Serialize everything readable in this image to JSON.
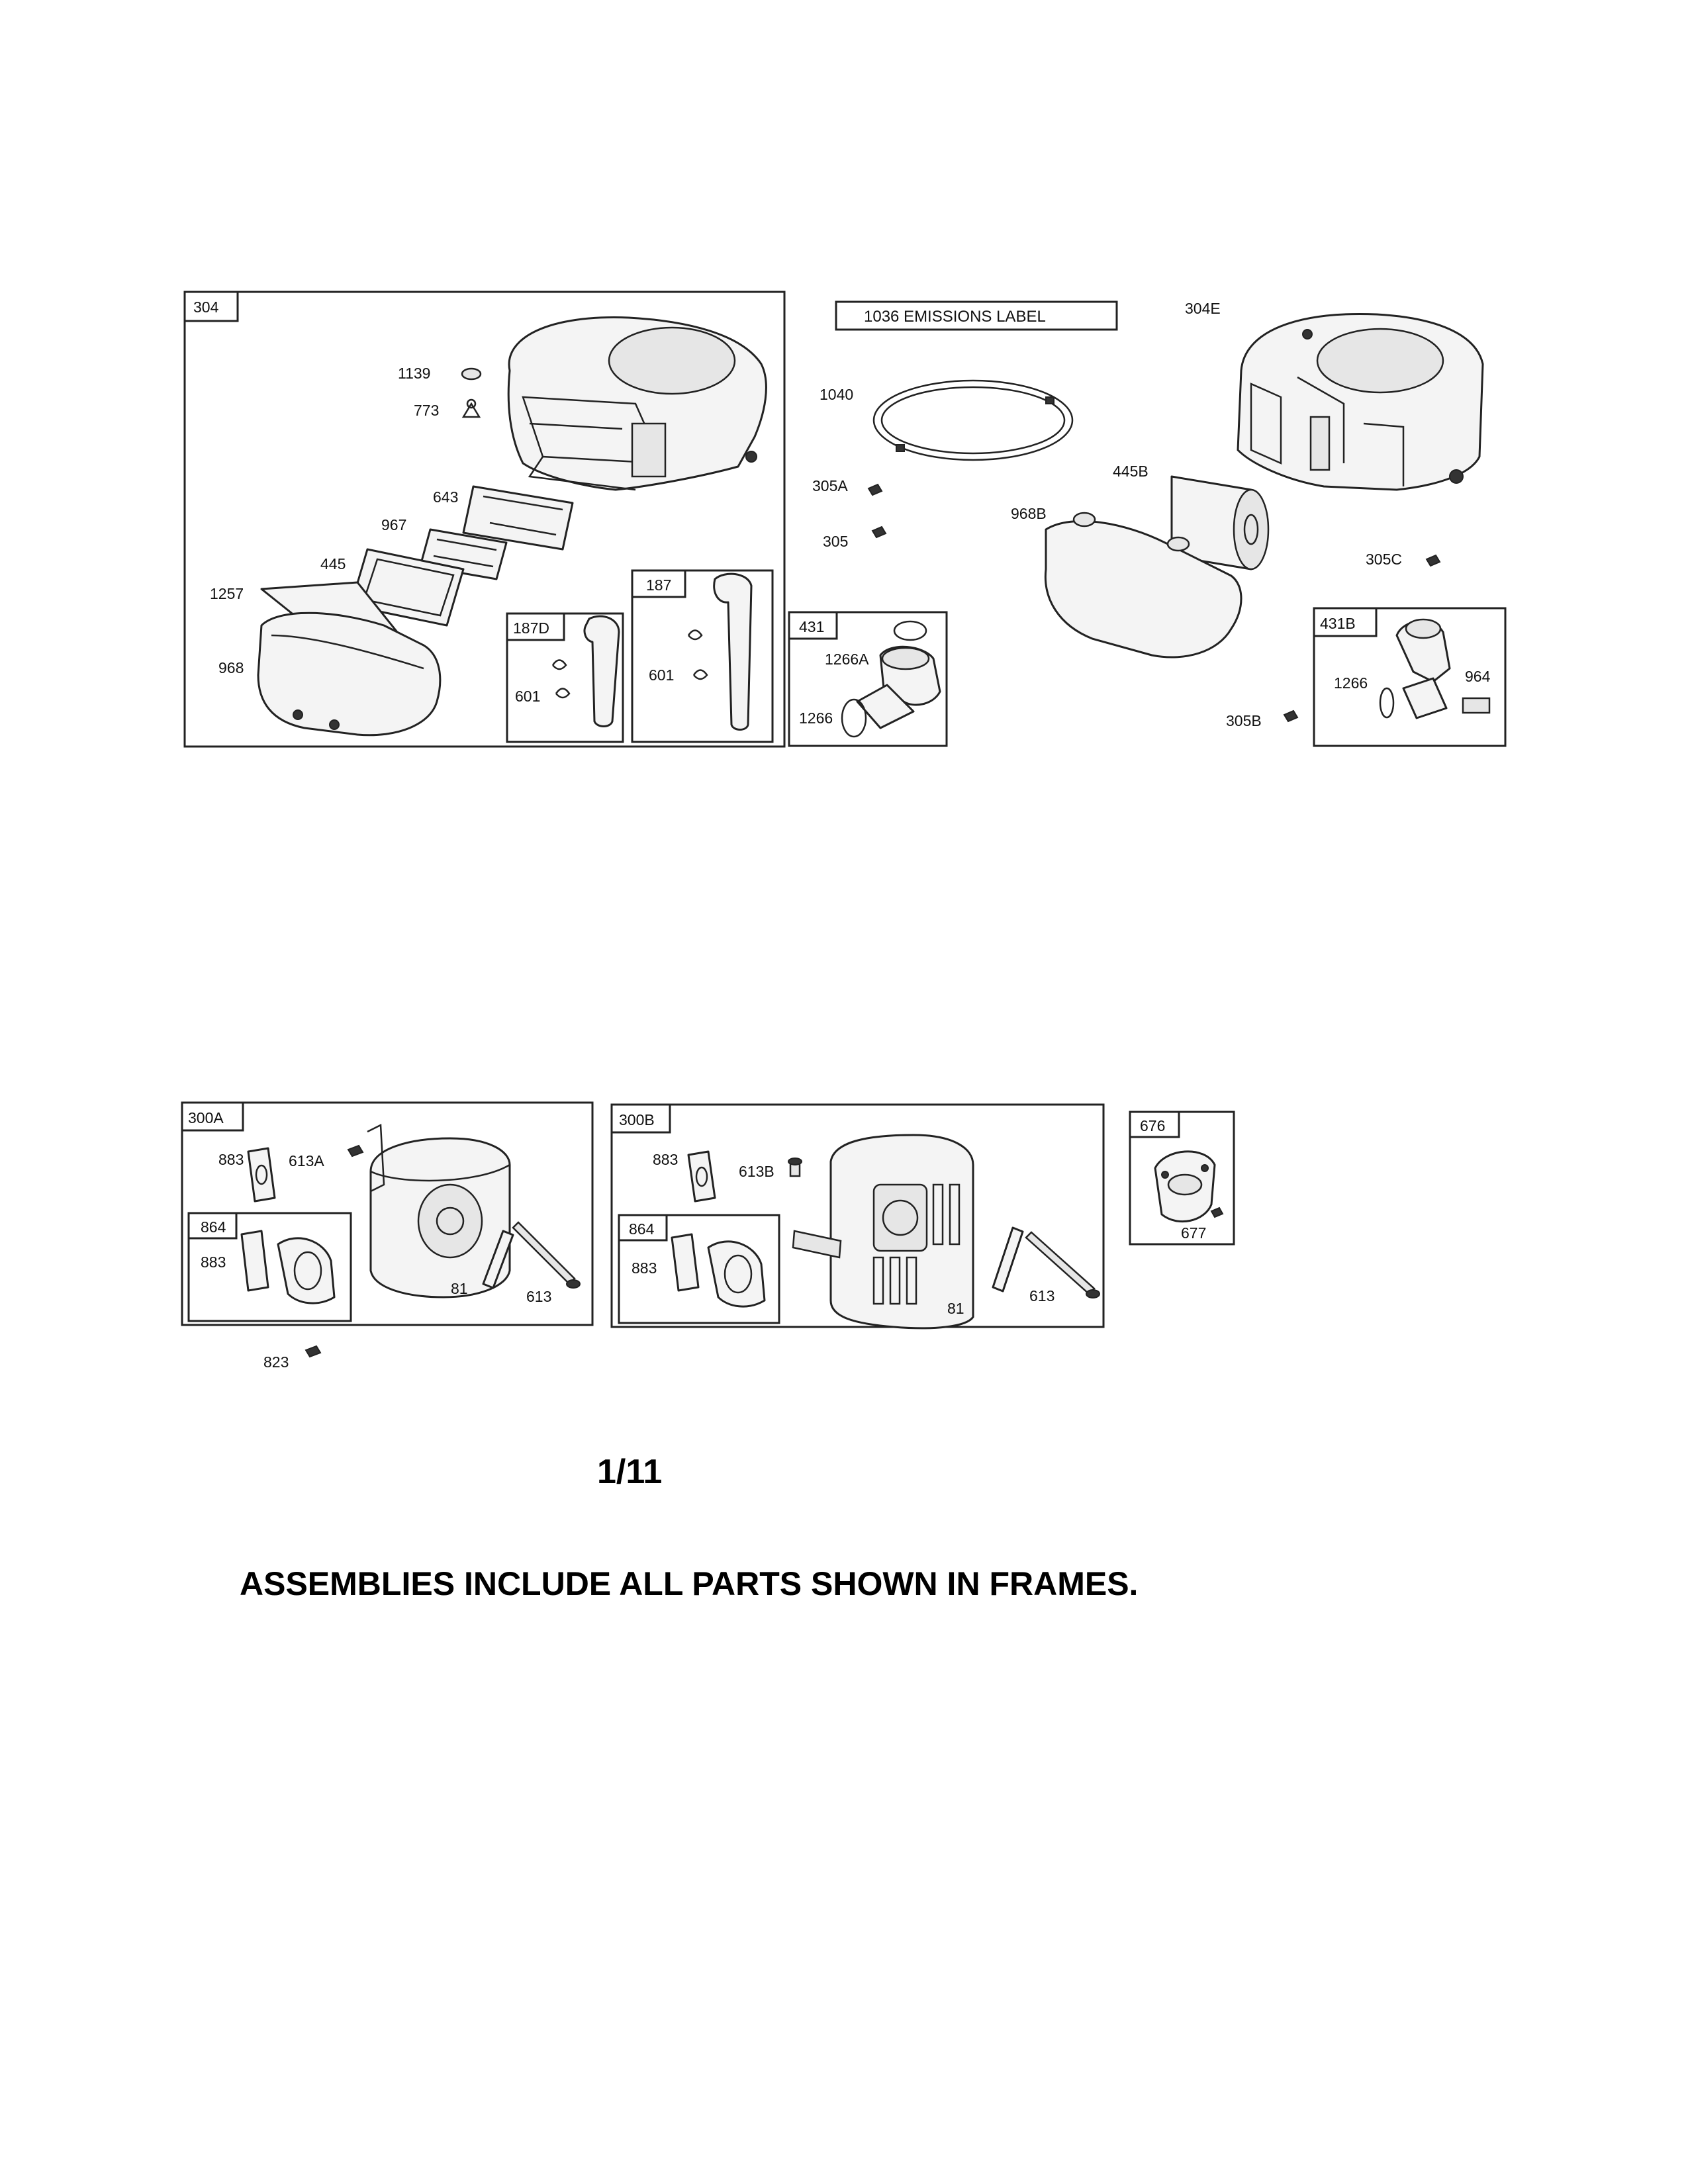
{
  "frames": {
    "f304": "304",
    "f187D": "187D",
    "f187": "187",
    "f431": "431",
    "f431B": "431B",
    "f300A": "300A",
    "f864a": "864",
    "f300B": "300B",
    "f864b": "864",
    "f676": "676"
  },
  "emissions_label": "1036 EMISSIONS LABEL",
  "callouts": {
    "c1139": "1139",
    "c773": "773",
    "c643": "643",
    "c967": "967",
    "c445": "445",
    "c1257": "1257",
    "c968": "968",
    "c601a": "601",
    "c601b": "601",
    "c1040": "1040",
    "c305A": "305A",
    "c305": "305",
    "c1266A": "1266A",
    "c1266a": "1266",
    "c304E": "304E",
    "c445B": "445B",
    "c968B": "968B",
    "c305C": "305C",
    "c1266b": "1266",
    "c964": "964",
    "c305B": "305B",
    "c883a": "883",
    "c613A": "613A",
    "c883b": "883",
    "c81a": "81",
    "c613a": "613",
    "c823": "823",
    "c883c": "883",
    "c613B": "613B",
    "c883d": "883",
    "c81b": "81",
    "c613b": "613",
    "c677": "677"
  },
  "page_number": "1/11",
  "footer_note": "ASSEMBLIES INCLUDE ALL PARTS SHOWN IN FRAMES."
}
